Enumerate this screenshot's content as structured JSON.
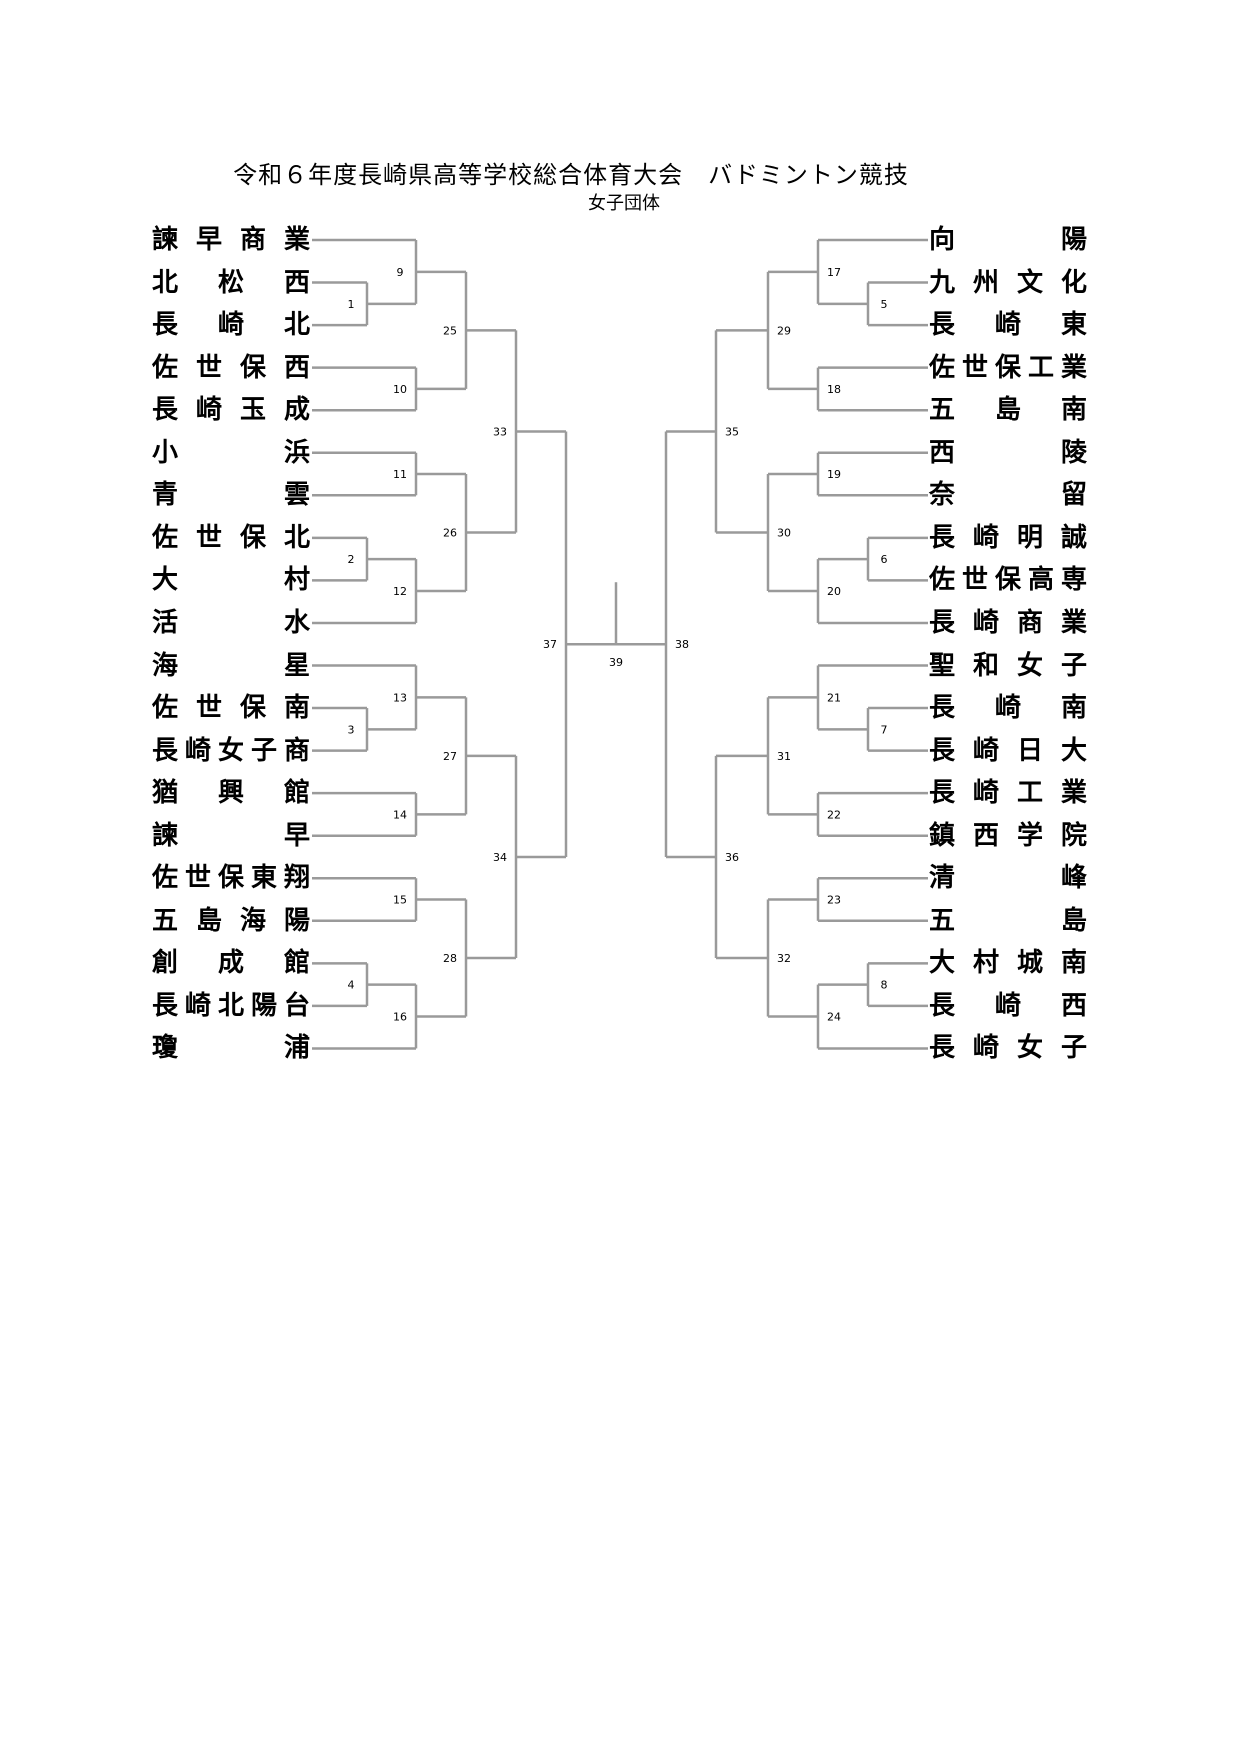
{
  "header": {
    "title": "令和６年度長崎県高等学校総合体育大会　バドミントン競技",
    "subtitle": "女子団体"
  },
  "left_teams": [
    "諫早商業",
    "北松西",
    "長崎北",
    "佐世保西",
    "長崎玉成",
    "小浜",
    "青雲",
    "佐世保北",
    "大村",
    "活水",
    "海星",
    "佐世保南",
    "長崎女子商",
    "猶興館",
    "諫早",
    "佐世保東翔",
    "五島海陽",
    "創成館",
    "長崎北陽台",
    "瓊浦"
  ],
  "right_teams": [
    "向陽",
    "九州文化",
    "長崎東",
    "佐世保工業",
    "五島南",
    "西陵",
    "奈留",
    "長崎明誠",
    "佐世保高専",
    "長崎商業",
    "聖和女子",
    "長崎南",
    "長崎日大",
    "長崎工業",
    "鎮西学院",
    "清峰",
    "五島",
    "大村城南",
    "長崎西",
    "長崎女子"
  ],
  "match_numbers": {
    "left_r0": [
      "1",
      "2",
      "3",
      "4"
    ],
    "left_r1": [
      "9",
      "10",
      "11",
      "12",
      "13",
      "14",
      "15",
      "16"
    ],
    "left_r2": [
      "25",
      "26",
      "27",
      "28"
    ],
    "left_r3": [
      "33",
      "34"
    ],
    "left_r4": "37",
    "right_r0": [
      "5",
      "6",
      "7",
      "8"
    ],
    "right_r1": [
      "17",
      "18",
      "19",
      "20",
      "21",
      "22",
      "23",
      "24"
    ],
    "right_r2": [
      "29",
      "30",
      "31",
      "32"
    ],
    "right_r3": [
      "35",
      "36"
    ],
    "right_r4": "38",
    "final": "39"
  },
  "colors": {
    "bracket_line": "#9a9a9a",
    "text": "#000000"
  }
}
